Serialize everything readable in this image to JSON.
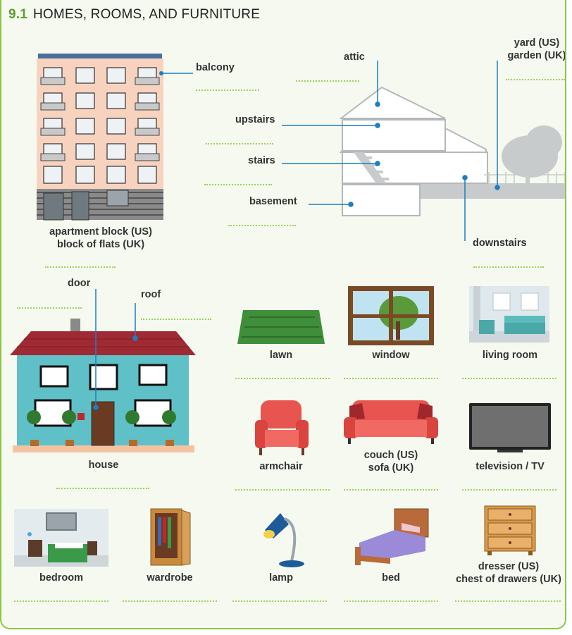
{
  "header": {
    "number": "9.1",
    "title": "HOMES, ROOMS, AND FURNITURE"
  },
  "labels": {
    "balcony": "balcony",
    "apartment_us": "apartment block (US)",
    "apartment_uk": "block of flats (UK)",
    "attic": "attic",
    "yard_us": "yard (US)",
    "garden_uk": "garden (UK)",
    "upstairs": "upstairs",
    "stairs": "stairs",
    "basement": "basement",
    "downstairs": "downstairs",
    "door": "door",
    "roof": "roof",
    "house": "house",
    "lawn": "lawn",
    "window": "window",
    "living_room": "living room",
    "armchair": "armchair",
    "couch_us": "couch (US)",
    "sofa_uk": "sofa (UK)",
    "television": "television / TV",
    "bedroom": "bedroom",
    "wardrobe": "wardrobe",
    "lamp": "lamp",
    "bed": "bed",
    "dresser_us": "dresser (US)",
    "chest_uk": "chest of drawers (UK)"
  },
  "colors": {
    "accent": "#5aa02c",
    "dots": "#9bd15a",
    "pointer": "#1a7fc1",
    "border": "#8cc63f"
  }
}
